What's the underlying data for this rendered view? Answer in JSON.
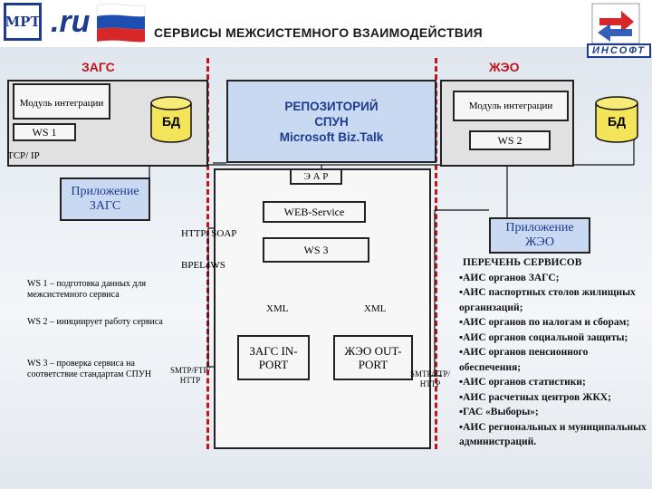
{
  "title": "СЕРВИСЫ МЕЖСИСТЕМНОГО ВЗАИМОДЕЙСТВИЯ",
  "logos": {
    "left_mark": "МРТ",
    "ru_text": ".ru",
    "right_text": "ИНСОФТ"
  },
  "zones": {
    "left": "ЗАГС",
    "right": "ЖЭО"
  },
  "zags": {
    "module": "Модуль интеграции",
    "ws1": "WS 1",
    "db": "БД",
    "tcpip": "TCP/ IP",
    "app": "Приложение ЗАГС"
  },
  "repo": {
    "line1": "РЕПОЗИТОРИЙ",
    "line2": "СПУН",
    "line3": "Microsoft Biz.Talk"
  },
  "jeo": {
    "module": "Модуль интеграции",
    "ws2": "WS 2",
    "db": "БД",
    "app": "Приложение ЖЭО"
  },
  "center": {
    "eap": "Э А Р",
    "web_service": "WEB-Service",
    "http_soap": "HTTP/ SOAP",
    "ws3": "WS 3",
    "bpel": "BPEL4WS",
    "xml_left": "XML",
    "xml_right": "XML",
    "zags_port": "ЗАГС IN-PORT",
    "jeo_port": "ЖЭО OUT-PORT",
    "smtp_left": "SMTP/FTP/ HTTP",
    "smtp_right": "SMTP/FTP/ HTTP"
  },
  "notes": [
    "WS 1 – подготовка данных для межсистемного сервиса",
    "WS 2 – инициирует работу сервиса",
    "WS 3 – проверка сервиса на соответствие стандартам СПУН"
  ],
  "services": {
    "heading": "ПЕРЕЧЕНЬ СЕРВИСОВ",
    "items": [
      "▪АИС органов ЗАГС;",
      "▪АИС паспортных столов жилищных организаций;",
      "▪АИС органов по налогам и сборам;",
      "▪АИС органов социальной защиты;",
      "▪АИС органов пенсионного обеспечения;",
      "▪АИС органов статистики;",
      "▪АИС расчетных центров ЖКХ;",
      "▪ГАС «Выборы»;",
      "▪АИС региональных и муниципальных администраций."
    ]
  },
  "colors": {
    "accent_red": "#c0151b",
    "brand_blue": "#1d3c8f",
    "box_blue": "#c9d9f1",
    "box_gray": "#e1e1e1"
  }
}
